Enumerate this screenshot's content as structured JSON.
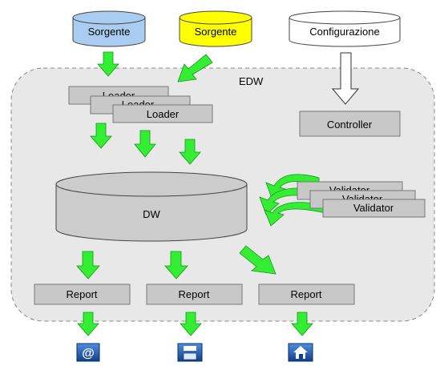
{
  "container": {
    "label": "EDW"
  },
  "sources": [
    {
      "label": "Sorgente",
      "fill": "#a9cdf0"
    },
    {
      "label": "Sorgente",
      "fill": "#ffff00"
    },
    {
      "label": "Configurazione",
      "fill": "#ffffff"
    }
  ],
  "loaders": [
    "Loader",
    "Loader",
    "Loader"
  ],
  "controller": {
    "label": "Controller"
  },
  "warehouse": {
    "label": "DW"
  },
  "validators": [
    "Validator",
    "Validator",
    "Validator"
  ],
  "reports": [
    "Report",
    "Report",
    "Report"
  ],
  "outputs": [
    {
      "icon": "email-at-icon"
    },
    {
      "icon": "floppy-disk-icon"
    },
    {
      "icon": "home-icon"
    }
  ],
  "colors": {
    "arrow_green": "#33ee33",
    "box_gray": "#c8c8c8",
    "container_bg": "#e8e8e8",
    "icon_blue": "#1a5fb4"
  }
}
